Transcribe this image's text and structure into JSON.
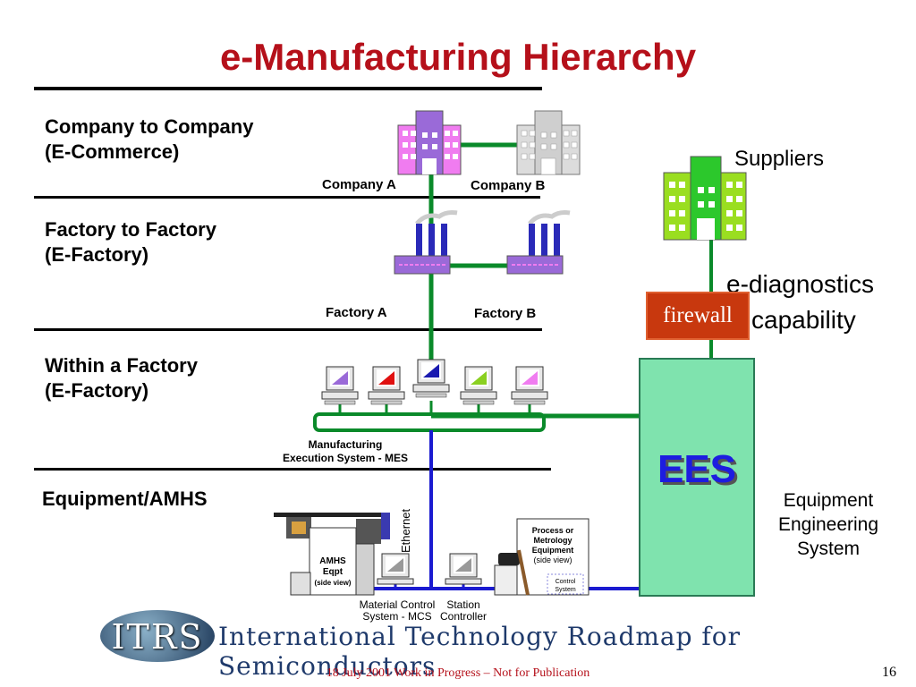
{
  "title": "e-Manufacturing Hierarchy",
  "levels": {
    "company": {
      "line1": "Company to Company",
      "line2": "(E-Commerce)"
    },
    "factory": {
      "line1": "Factory to Factory",
      "line2": "(E-Factory)"
    },
    "within": {
      "line1": "Within a Factory",
      "line2": "(E-Factory)"
    },
    "equipment": {
      "line1": "Equipment/AMHS"
    }
  },
  "nodes": {
    "company_a": "Company A",
    "company_b": "Company B",
    "factory_a": "Factory A",
    "factory_b": "Factory B",
    "suppliers": "Suppliers",
    "mes_line1": "Manufacturing",
    "mes_line2": "Execution System - MES",
    "ethernet": "Ethernet",
    "amhs_line1": "AMHS",
    "amhs_line2": "Eqpt",
    "amhs_line3": "(side view)",
    "process_line1": "Process or",
    "process_line2": "Metrology",
    "process_line3": "Equipment",
    "process_line4": "(side view)",
    "control_line1": "Control",
    "control_line2": "System",
    "mcs_line1": "Material Control",
    "mcs_line2": "System - MCS",
    "station_line1": "Station",
    "station_line2": "Controller"
  },
  "side": {
    "ediag_line1": "e-diagnostics",
    "ediag_line2": "capability",
    "firewall": "firewall",
    "ees": "EES",
    "ees_line1": "Equipment",
    "ees_line2": "Engineering",
    "ees_line3": "System"
  },
  "footer": {
    "logo": "ITRS",
    "org": "International Technology Roadmap for Semiconductors",
    "note": "18 July 2001 Work in Progress – Not for Publication",
    "page": "16"
  },
  "colors": {
    "title": "#b5101a",
    "network_green": "#0a8a2a",
    "network_blue": "#1a1ad0",
    "firewall": "#c8380e",
    "ees": "#7fe3ae"
  }
}
